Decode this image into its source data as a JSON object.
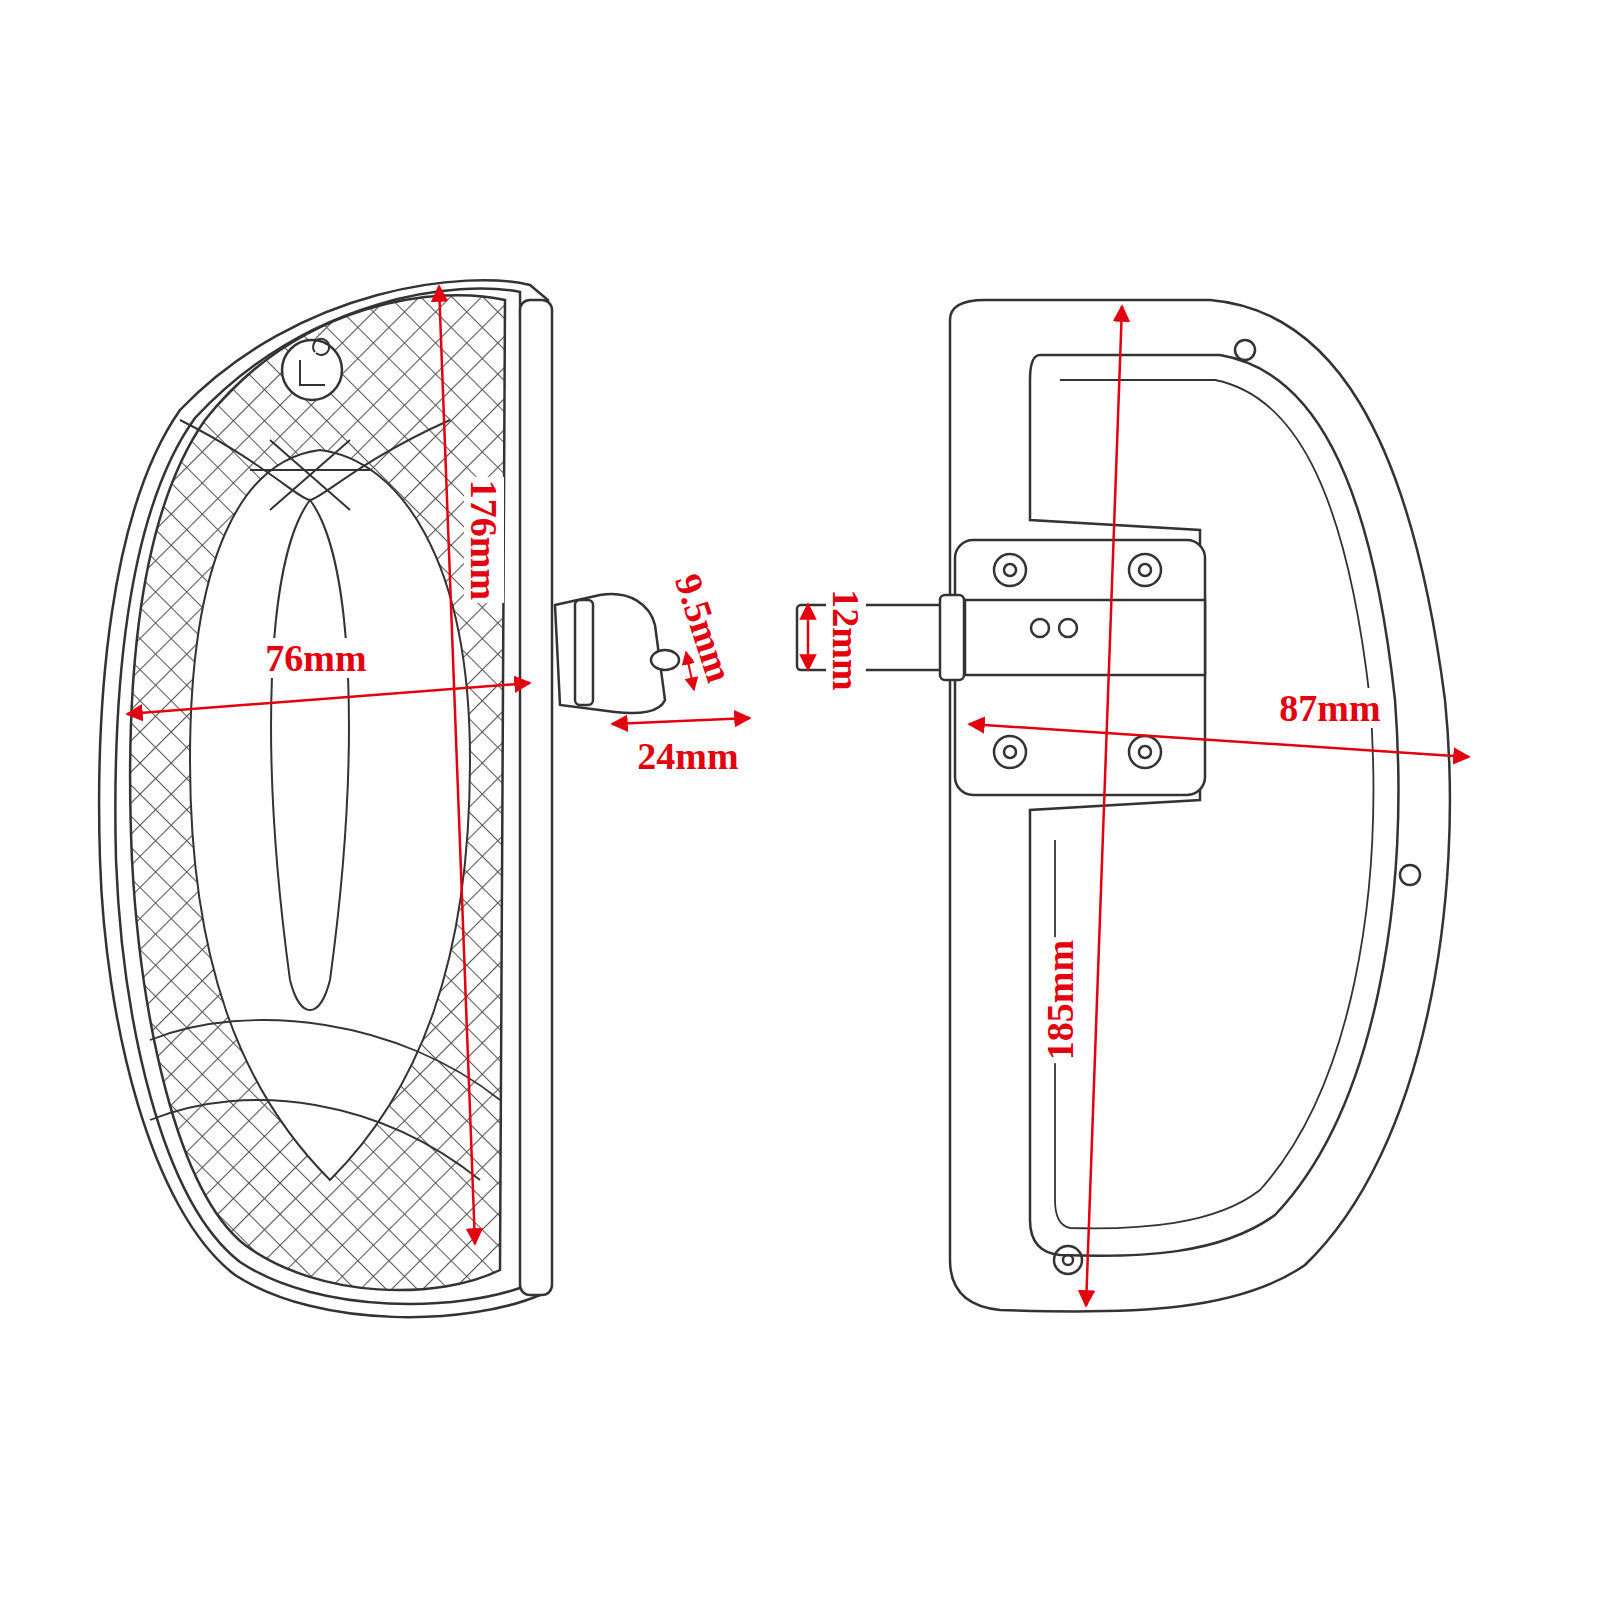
{
  "diagram": {
    "labels": [
      "176mm",
      "76mm",
      "9.5mm",
      "24mm",
      "12mm",
      "87mm",
      "185mm"
    ]
  }
}
